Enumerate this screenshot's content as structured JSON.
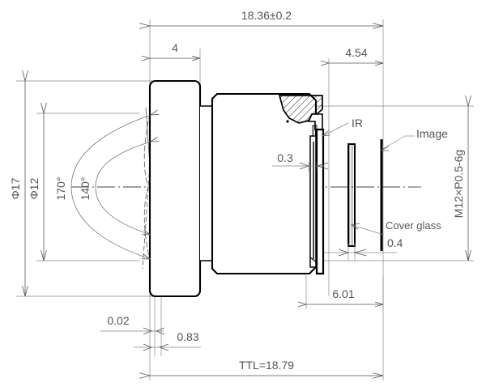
{
  "drawing": {
    "title": "M12 board lens optical cross-section drawing",
    "units": "mm",
    "line_color": "#000000",
    "dim_color": "#555555",
    "background": "#ffffff"
  },
  "dimensions": {
    "overall_length": "18.36±0.2",
    "flange_thickness": "4",
    "rear_to_image": "4.54",
    "rear_step": "0.3",
    "cover_glass_thickness": "0.4",
    "thread_length": "6.01",
    "front_sag_small": "0.02",
    "front_vertex_offset": "0.83",
    "total_track_length": "TTL=18.79"
  },
  "diameters": {
    "outer": "Φ17",
    "inner": "Φ12"
  },
  "angles": {
    "diagonal_fov": "170°",
    "horizontal_fov": "140°"
  },
  "callouts": {
    "ir_filter": "IR",
    "image_plane": "Image",
    "cover_glass": "Cover glass",
    "thread_spec": "M12×P0.5-6g"
  }
}
